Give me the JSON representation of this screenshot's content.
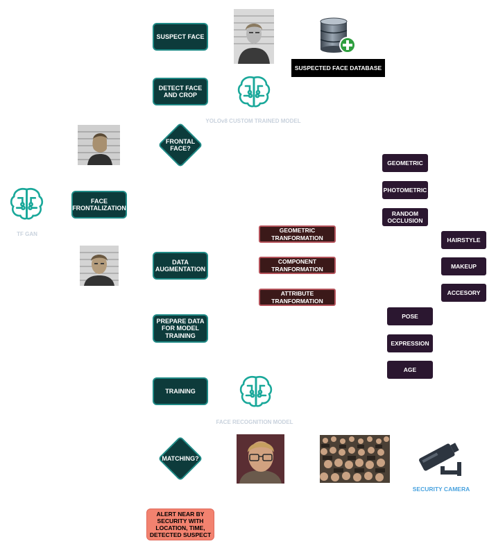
{
  "flow": {
    "suspect_face": "SUSPECT FACE",
    "detect_crop": "DETECT FACE AND CROP",
    "frontal_face": "FRONTAL FACE?",
    "face_frontalization": "FACE FRONTALIZATION",
    "data_augmentation": "DATA AUGMENTATION",
    "prepare_data": "PREPARE DATA FOR MODEL TRAINING",
    "training": "TRAINING",
    "matching": "MATCHING?",
    "alert": "ALERT NEAR BY SECURITY WITH LOCATION, TIME, DETECTED SUSPECT"
  },
  "captions": {
    "database": "SUSPECTED FACE DATABASE",
    "yolo": "YOLOv8 CUSTOM TRAINED MODEL",
    "tf_gan": "TF GAN",
    "face_recognition_model": "FACE RECOGNITION MODEL",
    "security_camera": "SECURITY CAMERA"
  },
  "transformations": {
    "geometric": "GEOMETRIC TRANFORMATION",
    "component": "COMPONENT TRANFORMATION",
    "attribute": "ATTRIBUTE TRANFORMATION"
  },
  "geometric_items": [
    "GEOMETRIC",
    "PHOTOMETRIC",
    "RANDOM OCCLUSION"
  ],
  "component_items": [
    "HAIRSTYLE",
    "MAKEUP",
    "ACCESORY"
  ],
  "attribute_items": [
    "POSE",
    "EXPRESSION",
    "AGE"
  ],
  "colors": {
    "process_fill": "#0d3b3b",
    "process_border": "#1f8a86",
    "transformation_fill": "#3b1919",
    "item_fill": "#2b1730",
    "alert_fill": "#f2826f",
    "icon_teal": "#1aa89a",
    "camera_caption": "#4aa3df"
  }
}
